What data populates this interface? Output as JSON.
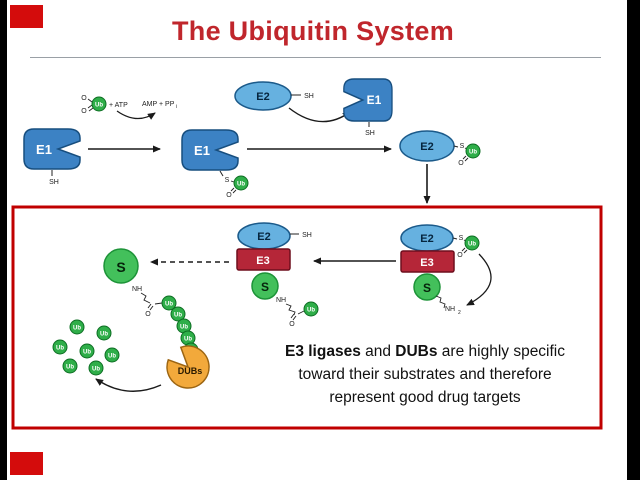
{
  "title": {
    "text": "The Ubiquitin System",
    "color": "#c0262c"
  },
  "labels": {
    "e1": "E1",
    "e2": "E2",
    "e3": "E3",
    "s": "S",
    "ub": "Ub",
    "dubs": "DUBs",
    "sh": "SH",
    "s_atom": "S",
    "o_atom": "O",
    "nh": "NH",
    "sub2": "2",
    "plus_atp": "+ ATP",
    "amp_ppi": "AMP + PP",
    "sub_i": "i"
  },
  "caption": {
    "l1_bold1": "E3 ligases",
    "l1_mid": " and ",
    "l1_bold2": "DUBs",
    "l1_rest": " are highly specific",
    "l2": "toward their substrates and therefore",
    "l3": "represent good drug targets"
  },
  "colors": {
    "title": "#c0262c",
    "box_border": "#c00000",
    "e1": "#3c82c4",
    "e2": "#66b1e0",
    "e3": "#b52638",
    "ub": "#2fae49",
    "substrate": "#43c05b",
    "dubs": "#f2a93b",
    "accent_square": "#d40c0c",
    "letterbox": "#000000"
  }
}
